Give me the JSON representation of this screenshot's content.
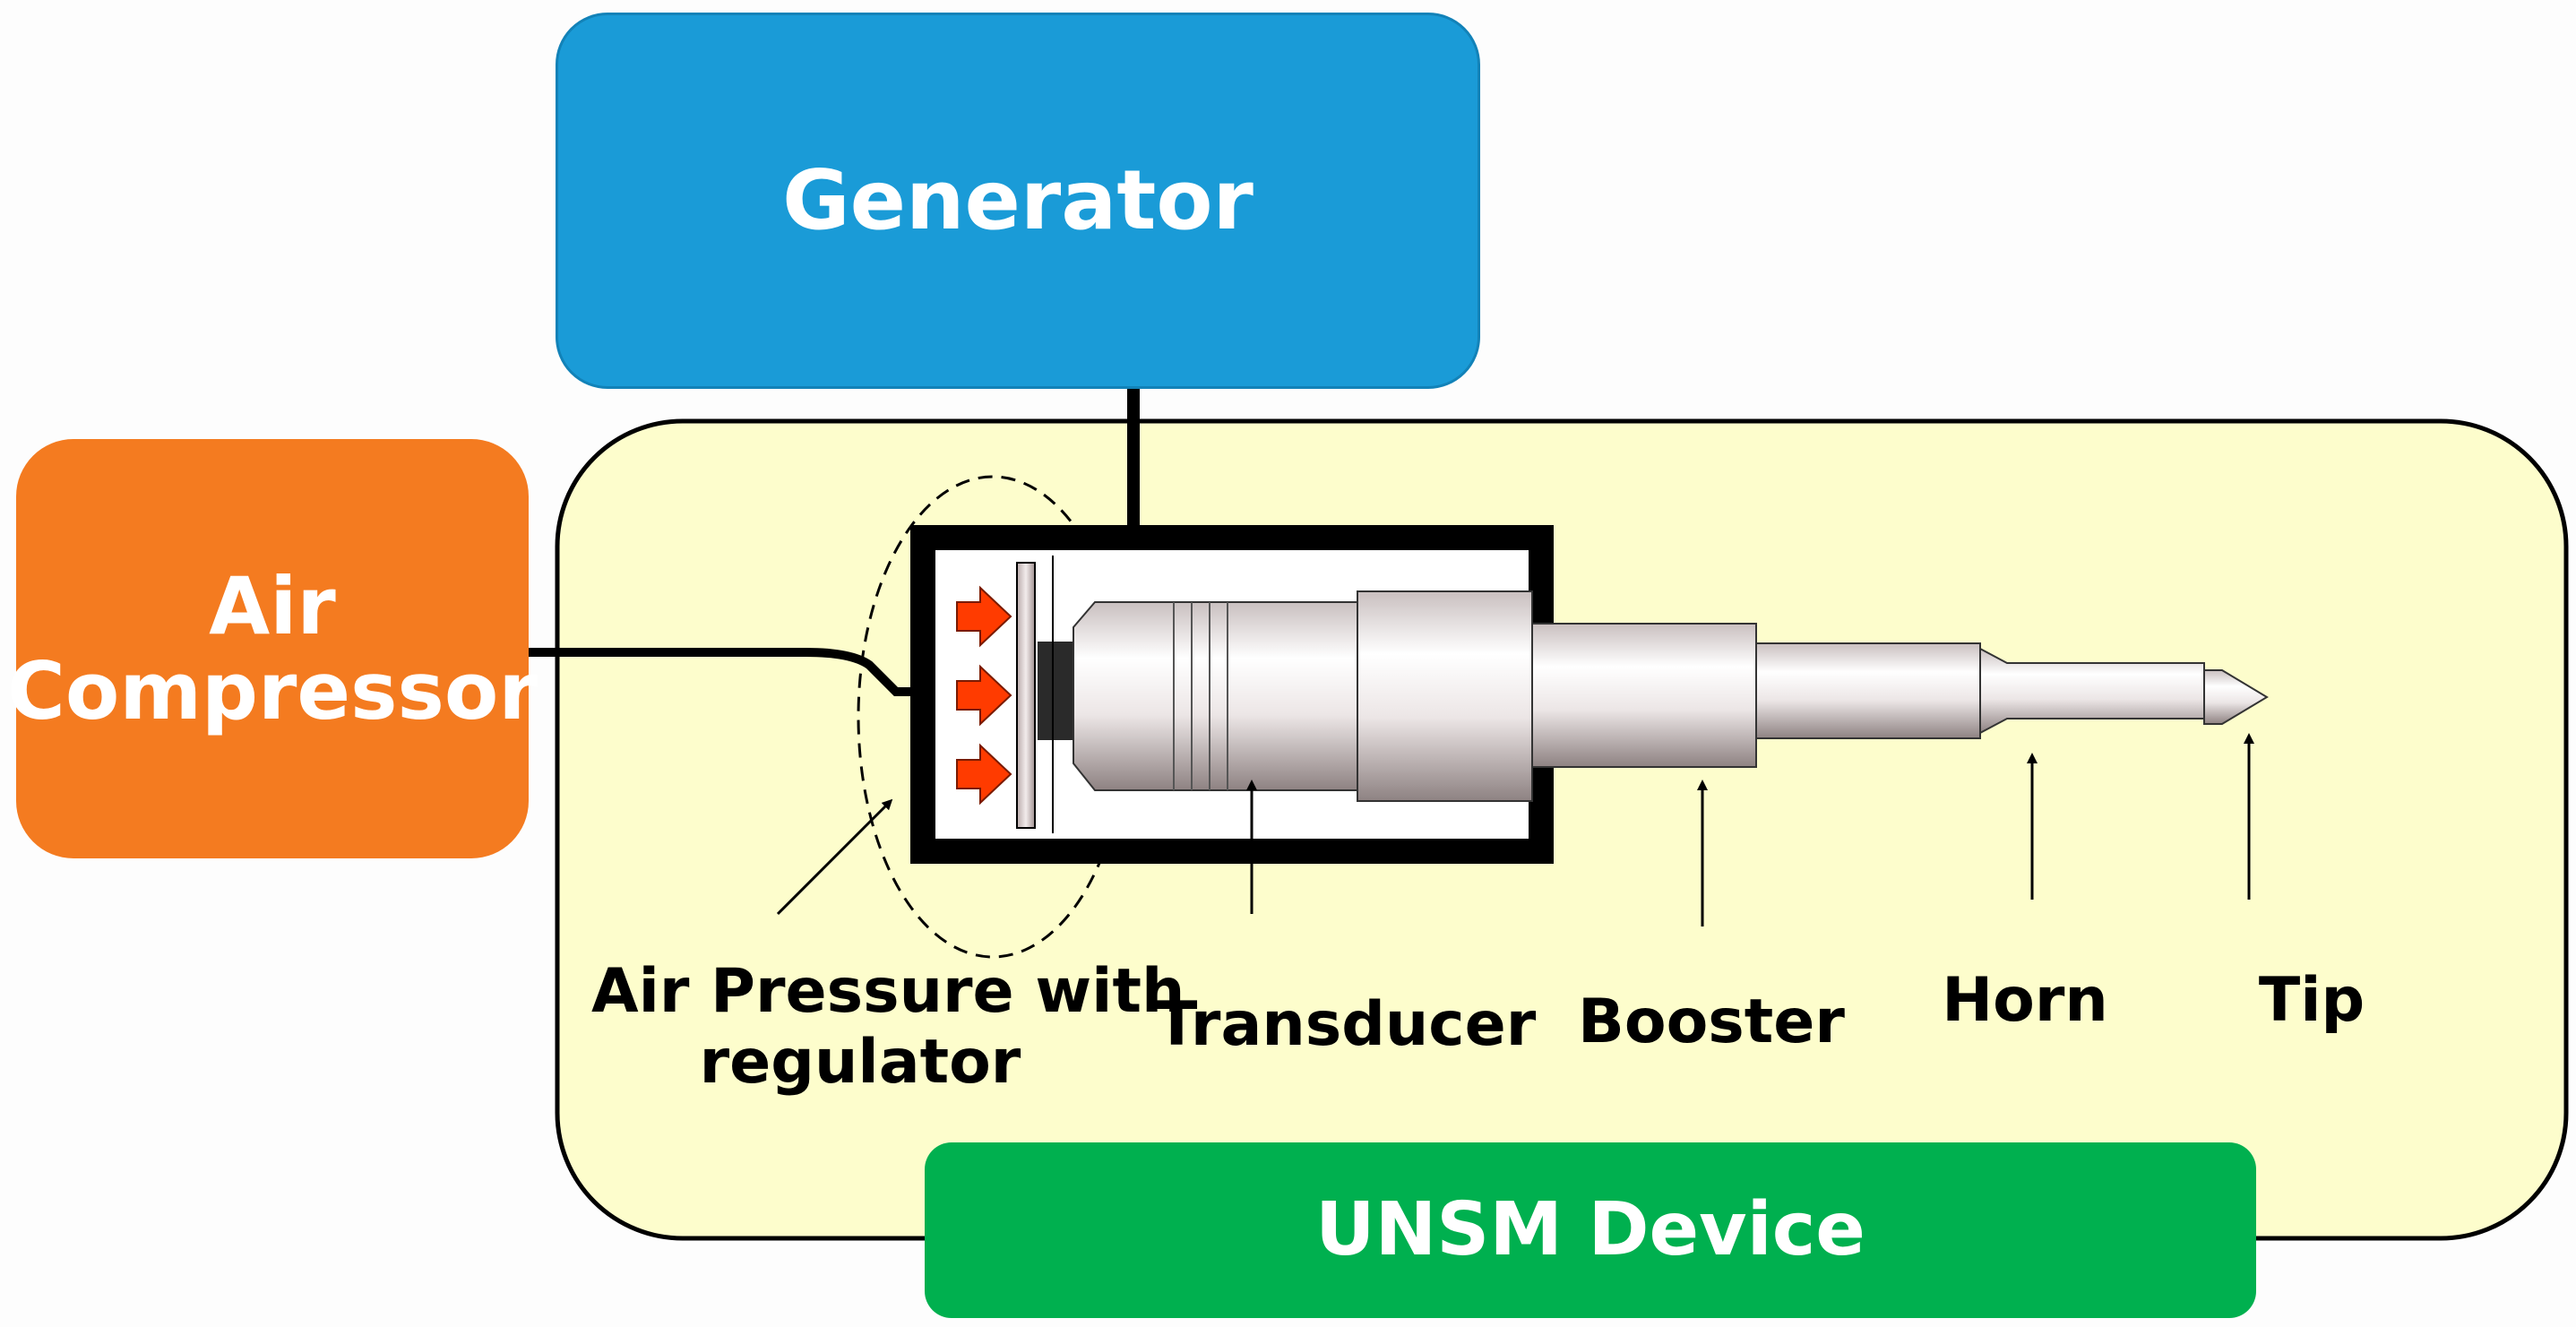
{
  "boxes": {
    "generator": "Generator",
    "air_compressor_line1": "Air",
    "air_compressor_line2": "Compressor",
    "unsm_device": "UNSM Device"
  },
  "labels": {
    "air_pressure_line1": "Air Pressure with",
    "air_pressure_line2": "regulator",
    "transducer": "Transducer",
    "booster": "Booster",
    "horn": "Horn",
    "tip": "Tip"
  },
  "colors": {
    "generator": "#1a9bd7",
    "air_compressor": "#f47b20",
    "unsm_device": "#00b04f",
    "device_panel": "#fdfdcc",
    "pressure_arrows": "#ff3b00"
  },
  "icons": [
    "pressure-arrow-icon",
    "pointer-arrow-icon"
  ]
}
